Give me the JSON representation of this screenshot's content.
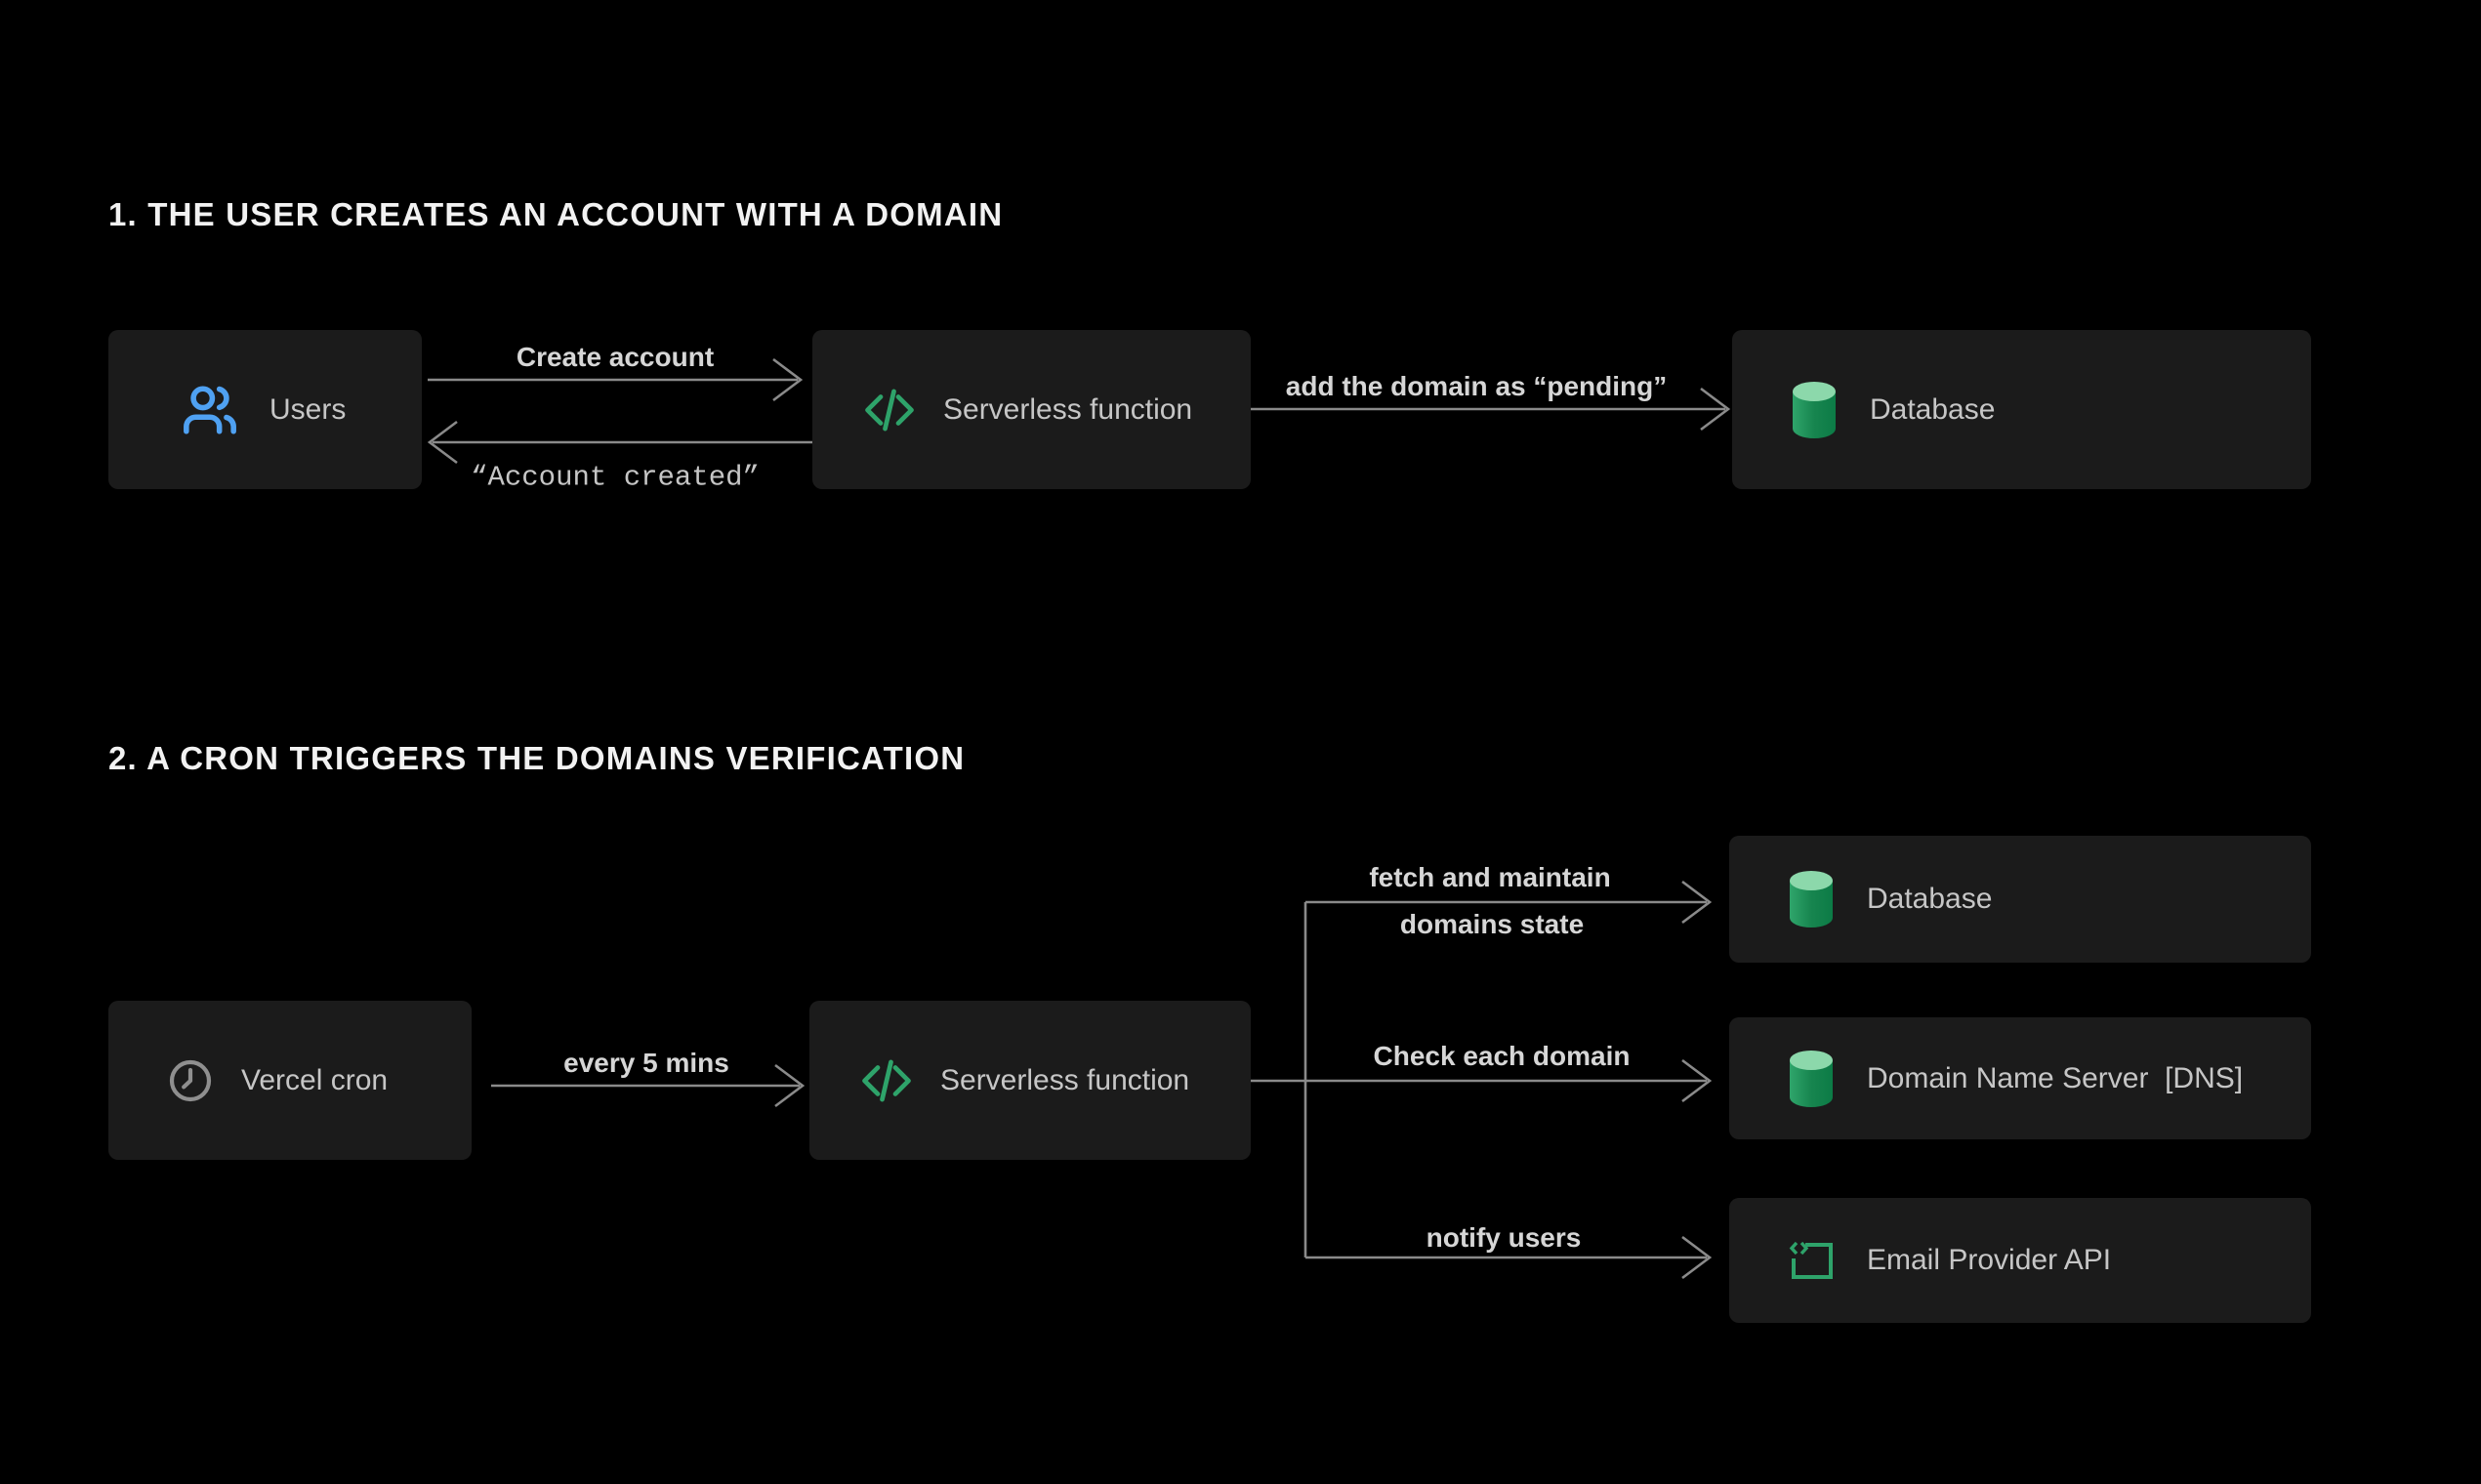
{
  "colors": {
    "background": "#000000",
    "node_background": "#1B1B1B",
    "node_text": "#C6C6C6",
    "title_text": "#F2F2F2",
    "edge_label_text": "#D6D6D6",
    "arrow": "#8A8A8A",
    "accent_blue": "#4FA1F2",
    "accent_green": "#2EA36A",
    "database_top_green": "#8CD8AB",
    "database_body_green": "#17854F"
  },
  "sections": [
    {
      "title": "1. THE USER CREATES AN ACCOUNT WITH A DOMAIN",
      "nodes": [
        {
          "id": "users",
          "label": "Users",
          "icon": "users-icon"
        },
        {
          "id": "serverless-function-1",
          "label": "Serverless function",
          "icon": "code-icon"
        },
        {
          "id": "database-1",
          "label": "Database",
          "icon": "database-icon"
        }
      ],
      "edges": [
        {
          "from": "users",
          "to": "serverless-function-1",
          "label": "Create account"
        },
        {
          "from": "serverless-function-1",
          "to": "users",
          "label": "“Account created”",
          "style": "mono"
        },
        {
          "from": "serverless-function-1",
          "to": "database-1",
          "label": "add the domain as “pending”"
        }
      ]
    },
    {
      "title": "2. A CRON TRIGGERS THE DOMAINS VERIFICATION",
      "nodes": [
        {
          "id": "vercel-cron",
          "label": "Vercel cron",
          "icon": "clock-icon"
        },
        {
          "id": "serverless-function-2",
          "label": "Serverless function",
          "icon": "code-icon"
        },
        {
          "id": "database-2",
          "label": "Database",
          "icon": "database-icon"
        },
        {
          "id": "dns",
          "label": "Domain Name Server  [DNS]",
          "icon": "database-icon"
        },
        {
          "id": "email-provider-api",
          "label": "Email Provider API",
          "icon": "email-api-icon"
        }
      ],
      "edges": [
        {
          "from": "vercel-cron",
          "to": "serverless-function-2",
          "label": "every 5 mins"
        },
        {
          "from": "serverless-function-2",
          "to": "database-2",
          "label_line1": "fetch and maintain",
          "label_line2": "domains state"
        },
        {
          "from": "serverless-function-2",
          "to": "dns",
          "label": "Check each domain"
        },
        {
          "from": "serverless-function-2",
          "to": "email-provider-api",
          "label": "notify users"
        }
      ]
    }
  ]
}
